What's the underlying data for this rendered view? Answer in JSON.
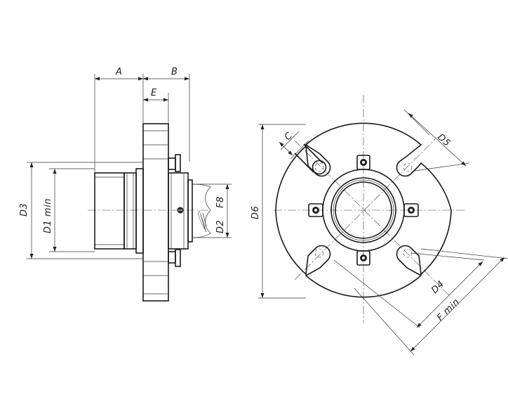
{
  "labels": {
    "A": "A",
    "B": "B",
    "E": "E",
    "D3": "D3",
    "D1": "D1 min",
    "F8": "F8",
    "D2": "D2",
    "D6": "D6",
    "C": "C",
    "D5": "D5",
    "D4": "D4",
    "F": "F min"
  }
}
